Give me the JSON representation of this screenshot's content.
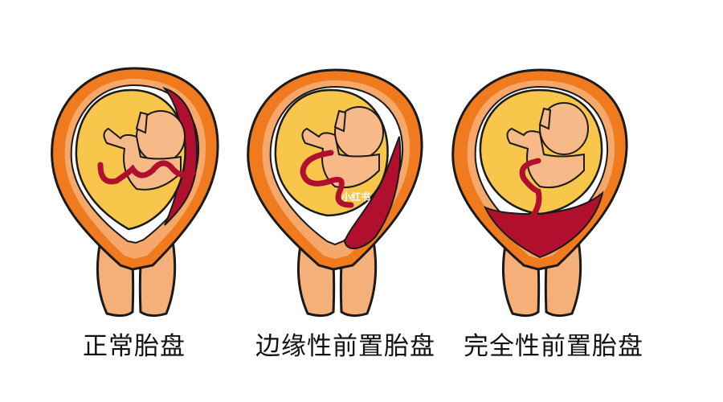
{
  "diagram": {
    "subject": "placenta position comparison",
    "colors": {
      "outer_wall": "#f07a1e",
      "inner_wall": "#f5a86a",
      "amniotic_sac": "#f7c64a",
      "fetus": "#f6b987",
      "placenta": "#b0102e",
      "outline": "#1a1a1a",
      "background": "#ffffff"
    },
    "panels": [
      {
        "label": "正常胎盘",
        "placenta_position": "upper side wall"
      },
      {
        "label": "边缘性前置胎盘",
        "placenta_position": "lower edge near cervix"
      },
      {
        "label": "完全性前置胎盘",
        "placenta_position": "covering cervix"
      }
    ],
    "watermark": "小红书"
  }
}
